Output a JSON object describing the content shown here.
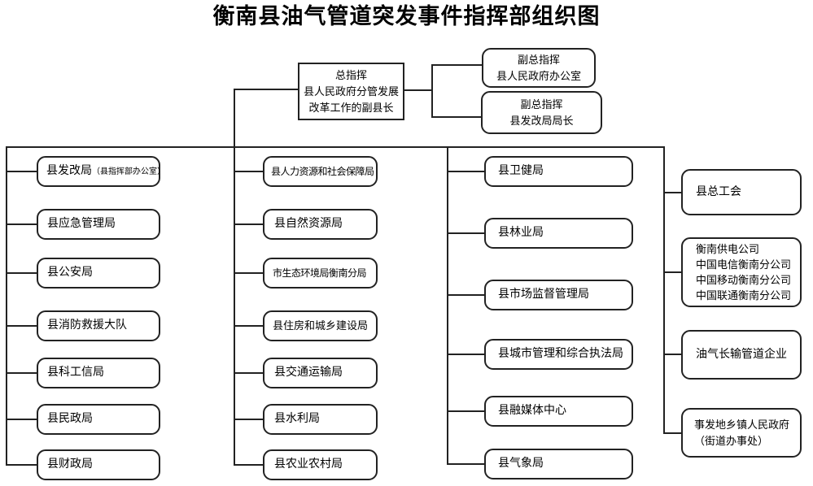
{
  "title": "衡南县油气管道突发事件指挥部组织图",
  "commander": {
    "line1": "总指挥",
    "line2": "县人民政府分管发展",
    "line3": "改革工作的副县长"
  },
  "deputy1": {
    "line1": "副总指挥",
    "line2": "县人民政府办公室"
  },
  "deputy2": {
    "line1": "副总指挥",
    "line2": "县发改局局长"
  },
  "col1": {
    "b1_main": "县发改局",
    "b1_note": "（县指挥部办公室）",
    "b2": "县应急管理局",
    "b3": "县公安局",
    "b4": "县消防救援大队",
    "b5": "县科工信局",
    "b6": "县民政局",
    "b7": "县财政局"
  },
  "col2": {
    "b1": "县人力资源和社会保障局",
    "b2": "县自然资源局",
    "b3": "市生态环境局衡南分局",
    "b4": "县住房和城乡建设局",
    "b5": "县交通运输局",
    "b6": "县水利局",
    "b7": "县农业农村局"
  },
  "col3": {
    "b1": "县卫健局",
    "b2": "县林业局",
    "b3": "县市场监督管理局",
    "b4": "县城市管理和综合执法局",
    "b5": "县融媒体中心",
    "b6": "县气象局"
  },
  "col4": {
    "b1": "县总工会",
    "b2_line1": "衡南供电公司",
    "b2_line2": "中国电信衡南分公司",
    "b2_line3": "中国移动衡南分公司",
    "b2_line4": "中国联通衡南分公司",
    "b3": "油气长输管道企业",
    "b4_line1": "事发地乡镇人民政府",
    "b4_line2": "（街道办事处）"
  },
  "colors": {
    "line": "#222222",
    "border": "#222222",
    "background": "#ffffff",
    "text": "#000000"
  }
}
